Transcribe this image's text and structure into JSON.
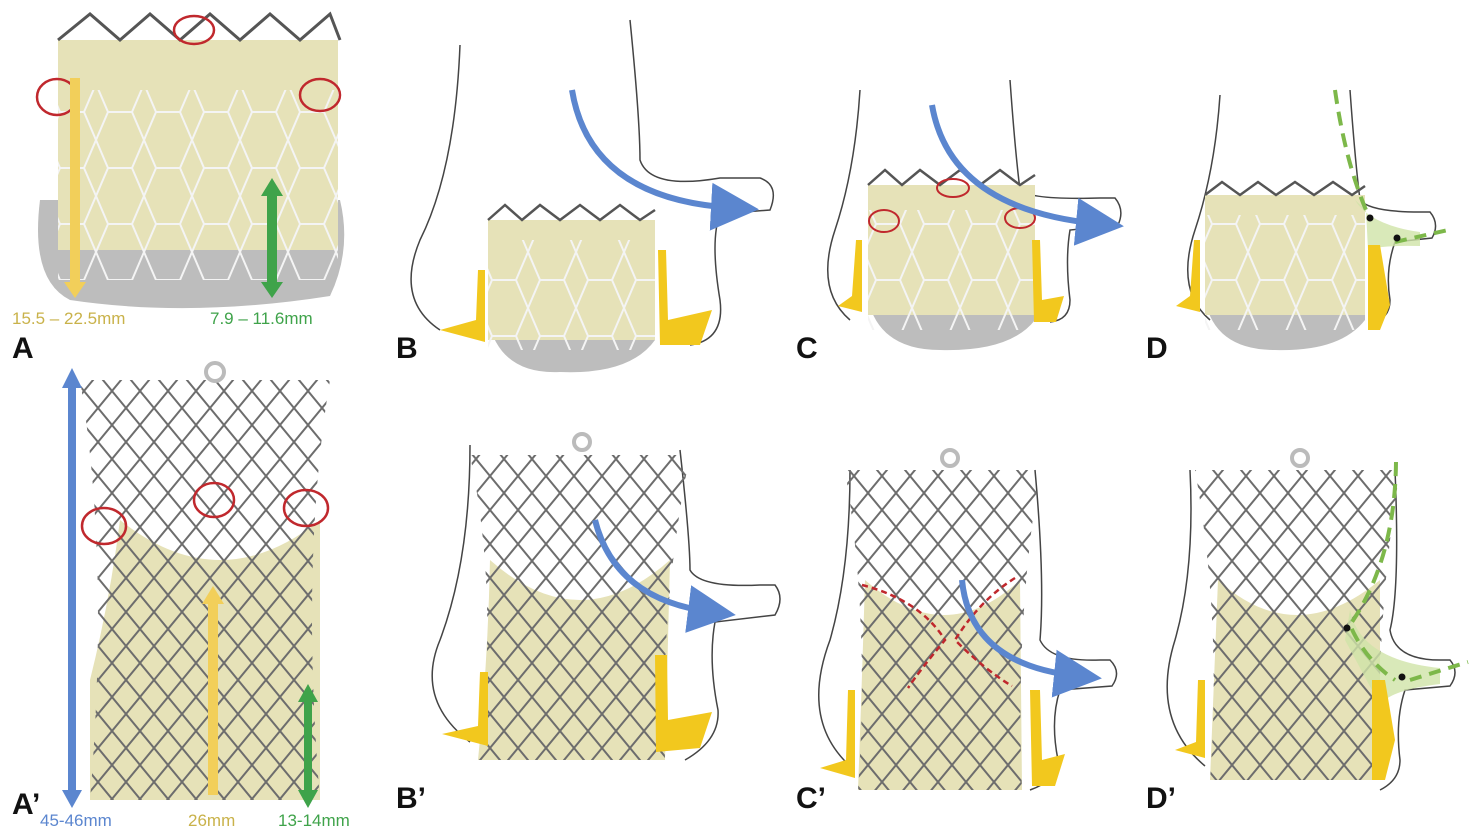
{
  "panels": {
    "A": "A",
    "B": "B",
    "C": "C",
    "D": "D",
    "A_prime": "A’",
    "B_prime": "B’",
    "C_prime": "C’",
    "D_prime": "D’"
  },
  "measurements": {
    "sapien_height": "15.5 – 22.5mm",
    "sapien_skirt": "7.9 – 11.6mm",
    "evolut_height": "45-46mm",
    "evolut_waist": "26mm",
    "evolut_skirt": "13-14mm"
  },
  "colors": {
    "blue_arrow": "#5b86cf",
    "yellow_arrow": "#f2cf5a",
    "green_arrow": "#3fa34a",
    "leaflet_yellow": "#f2c81e",
    "red_circle": "#c0282d",
    "green_dashed": "#7db84a",
    "fabric": "#e6e2b8"
  }
}
